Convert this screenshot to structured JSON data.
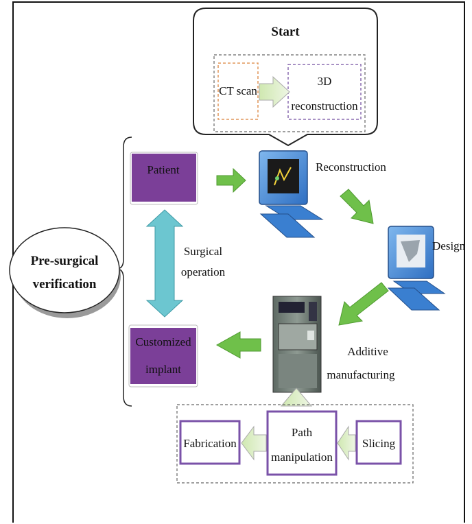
{
  "start": {
    "title": "Start",
    "ct_scan": "CT scan",
    "recon_3d_line1": "3D",
    "recon_3d_line2": "reconstruction"
  },
  "labels": {
    "reconstruction": "Reconstruction",
    "design": "Design",
    "additive_line1": "Additive",
    "additive_line2": "manufacturing",
    "surgical_line1": "Surgical",
    "surgical_line2": "operation"
  },
  "presurgical": {
    "line1": "Pre-surgical",
    "line2": "verification"
  },
  "boxes": {
    "patient": "Patient",
    "implant_line1": "Customized",
    "implant_line2": "implant"
  },
  "bottom": {
    "fabrication": "Fabrication",
    "path_line1": "Path",
    "path_line2": "manipulation",
    "slicing": "Slicing"
  },
  "colors": {
    "purple_fill": "#7b3f98",
    "purple_border": "#7a52a8",
    "green_arrow": "#6fc04a",
    "cyan_arrow": "#6cc6d0",
    "computer_blue": "#3a7fd0"
  }
}
